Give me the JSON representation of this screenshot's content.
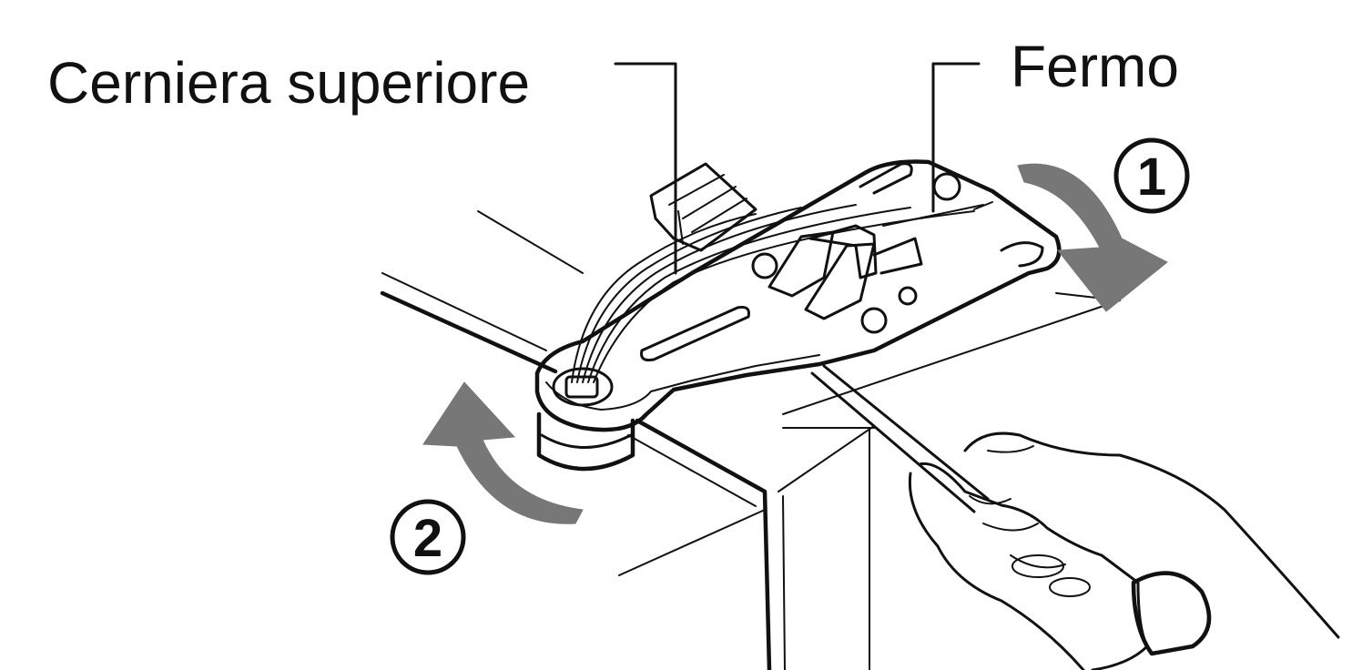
{
  "labels": {
    "upper_hinge": "Cerniera superiore",
    "latch": "Fermo"
  },
  "steps": {
    "step_1": "1",
    "step_2": "2"
  },
  "colors": {
    "line": "#111111",
    "arrow_fill": "#777777",
    "background": "#ffffff"
  }
}
